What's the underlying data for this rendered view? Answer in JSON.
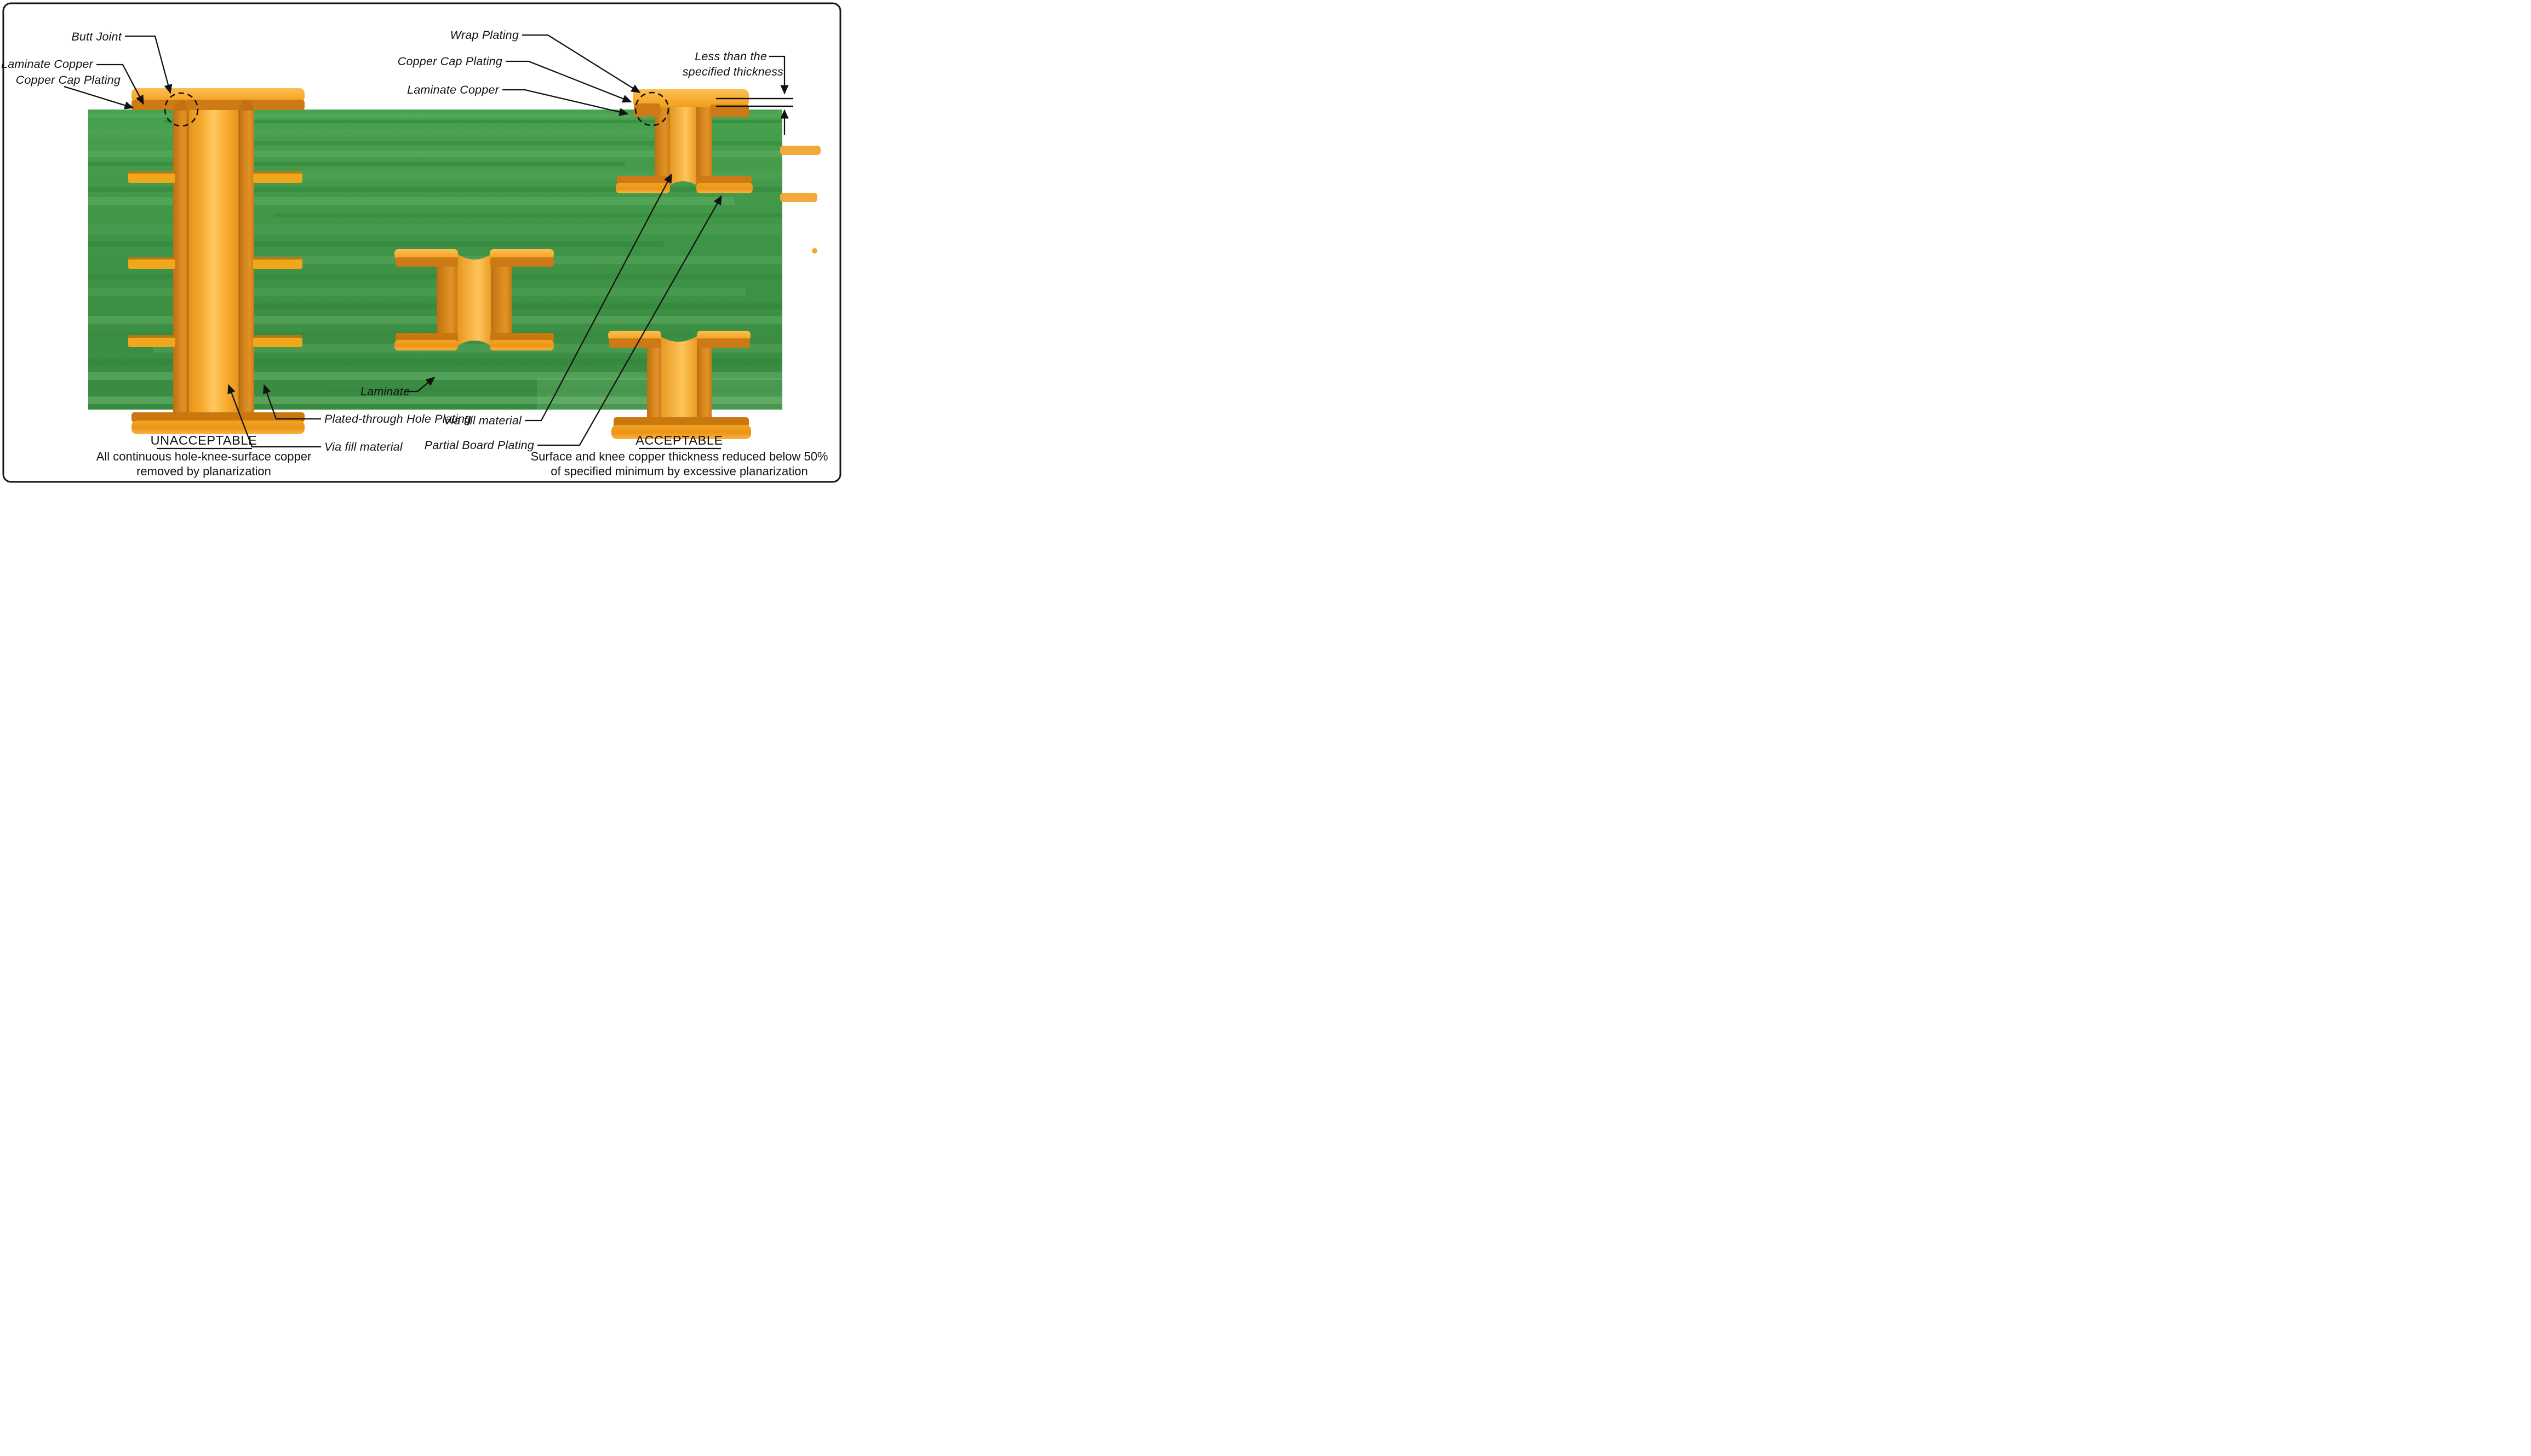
{
  "diagram": {
    "type": "pcb-via-planarization-acceptability-cross-section",
    "labels": {
      "butt_joint": "Butt Joint",
      "laminate_copper_left": "Laminate Copper",
      "copper_cap_plating_left": "Copper Cap Plating",
      "wrap_plating": "Wrap Plating",
      "copper_cap_plating_right": "Copper Cap Plating",
      "laminate_copper_right": "Laminate Copper",
      "less_than_line1": "Less than the",
      "less_than_line2": "specified thickness",
      "laminate": "Laminate",
      "plated_through_hole_plating": "Plated-through Hole Plating",
      "via_fill_material_left": "Via fill material",
      "via_fill_material_right": "Via fill material",
      "partial_board_plating": "Partial Board Plating"
    },
    "captions": {
      "unacceptable": {
        "title": "UNACCEPTABLE",
        "line1": "All continuous hole-knee-surface copper",
        "line2": "removed by planarization"
      },
      "acceptable": {
        "title": "ACCEPTABLE",
        "line1": "Surface and knee copper thickness reduced below 50%",
        "line2": "of specified minimum by excessive planarization"
      }
    },
    "colors": {
      "background": "#ffffff",
      "frame": "#161616",
      "laminate_green": "#3f9447",
      "laminate_green_light": "#66b169",
      "laminate_green_dark": "#2f7d36",
      "copper_plating_dark": "#d5851c",
      "copper_laminate_layer": "#cd7a16",
      "copper_cap_light": "#f7ab2c",
      "via_fill_highlight": "#ffc85f",
      "line_black": "#121212"
    }
  }
}
